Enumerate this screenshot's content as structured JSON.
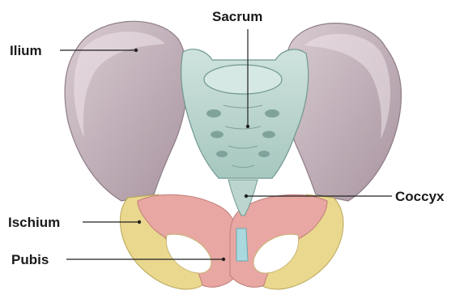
{
  "labels": {
    "ilium": "Ilium",
    "sacrum": "Sacrum",
    "coccyx": "Coccyx",
    "ischium": "Ischium",
    "pubis": "Pubis"
  },
  "colors": {
    "ilium": "#c7b7bf",
    "ilium_shadow": "#9c8a95",
    "sacrum": "#bcd6cf",
    "sacrum_shadow": "#86aaa2",
    "ischium": "#ead88f",
    "pubis": "#e8a7a2",
    "symphysis": "#a9d9df",
    "leader": "#222222"
  }
}
